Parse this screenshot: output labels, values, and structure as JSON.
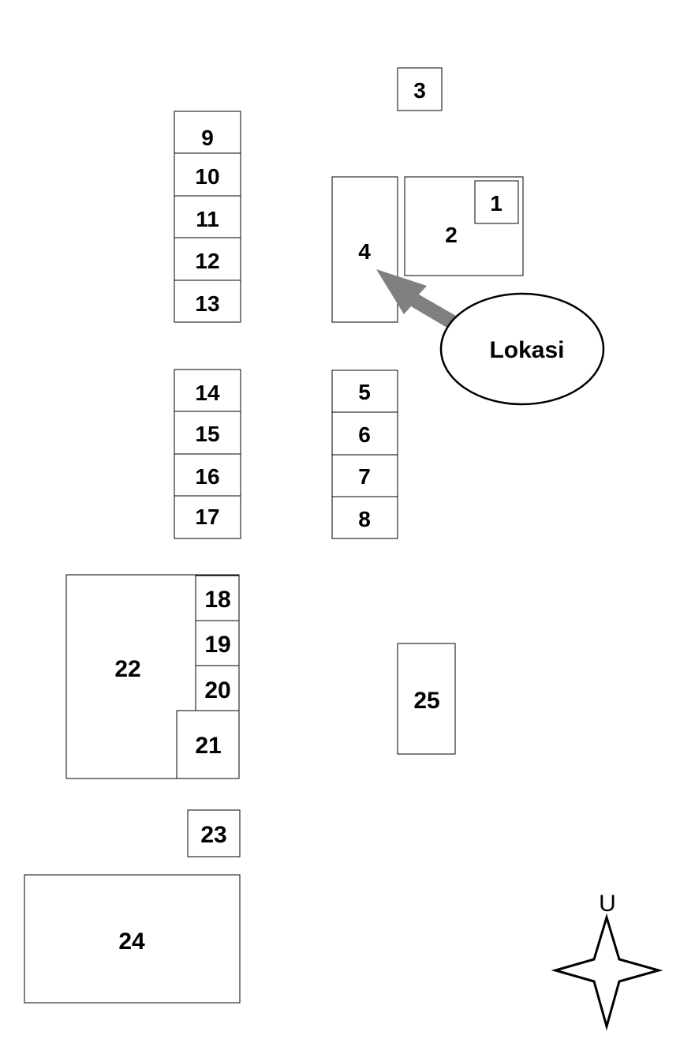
{
  "buildings": [
    {
      "id": "b1",
      "label": "1"
    },
    {
      "id": "b2",
      "label": "2"
    },
    {
      "id": "b3",
      "label": "3"
    },
    {
      "id": "b4",
      "label": "4"
    },
    {
      "id": "b5",
      "label": "5"
    },
    {
      "id": "b6",
      "label": "6"
    },
    {
      "id": "b7",
      "label": "7"
    },
    {
      "id": "b8",
      "label": "8"
    },
    {
      "id": "b9",
      "label": "9"
    },
    {
      "id": "b10",
      "label": "10"
    },
    {
      "id": "b11",
      "label": "11"
    },
    {
      "id": "b12",
      "label": "12"
    },
    {
      "id": "b13",
      "label": "13"
    },
    {
      "id": "b14",
      "label": "14"
    },
    {
      "id": "b15",
      "label": "15"
    },
    {
      "id": "b16",
      "label": "16"
    },
    {
      "id": "b17",
      "label": "17"
    },
    {
      "id": "b18",
      "label": "18"
    },
    {
      "id": "b19",
      "label": "19"
    },
    {
      "id": "b20",
      "label": "20"
    },
    {
      "id": "b21",
      "label": "21"
    },
    {
      "id": "b22",
      "label": "22"
    },
    {
      "id": "b23",
      "label": "23"
    },
    {
      "id": "b24",
      "label": "24"
    },
    {
      "id": "b25",
      "label": "25"
    }
  ],
  "location_marker": {
    "label": "Lokasi",
    "points_to": "4",
    "arrow_color": "#808080"
  },
  "compass": {
    "north_label": "U"
  }
}
